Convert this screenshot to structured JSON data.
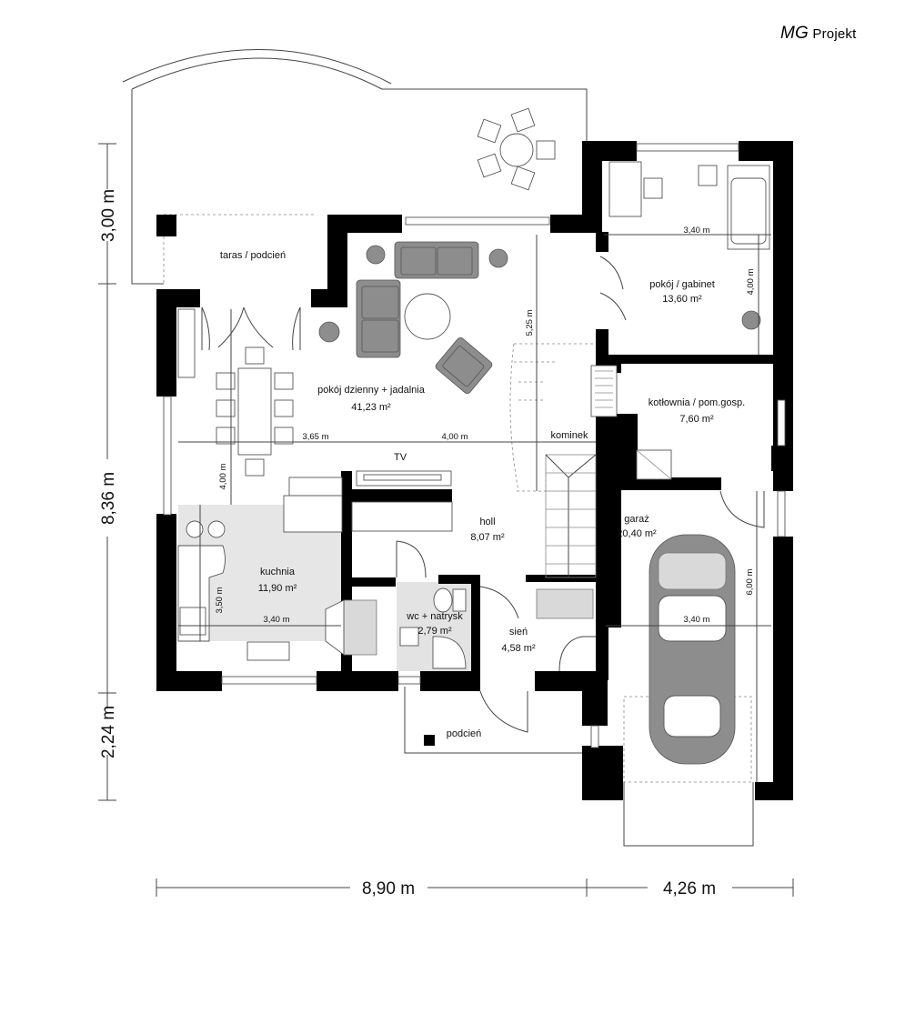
{
  "brand": {
    "logo_initials": "MG",
    "logo_word": "Projekt"
  },
  "rooms": {
    "terrace": {
      "name": "taras / podcień"
    },
    "living": {
      "name": "pokój dzienny + jadalnia",
      "area": "41,23 m²"
    },
    "study": {
      "name": "pokój / gabinet",
      "area": "13,60 m²"
    },
    "boiler": {
      "name": "kotłownia / pom.gosp.",
      "area": "7,60 m²"
    },
    "garage": {
      "name": "garaż",
      "area": "20,40 m²"
    },
    "kitchen": {
      "name": "kuchnia",
      "area": "11,90 m²"
    },
    "hall": {
      "name": "holl",
      "area": "8,07 m²"
    },
    "wc": {
      "name": "wc + natrysk",
      "area": "2,79 m²"
    },
    "vestibule": {
      "name": "sień",
      "area": "4,58 m²"
    },
    "porch": {
      "name": "podcień"
    }
  },
  "labels": {
    "tv": "TV",
    "fireplace": "kominek"
  },
  "inner_dims": {
    "study_width": "3,40 m",
    "study_depth": "4,00 m",
    "living_depth": "5,25 m",
    "dining_width": "3,65 m",
    "living_width": "4,00 m",
    "dining_depth": "4,00 m",
    "kitchen_depth": "3,50 m",
    "kitchen_width": "3,40 m",
    "garage_width": "3,40 m",
    "garage_depth": "6,00 m"
  },
  "outer_dims": {
    "left_top": "3,00 m",
    "left_middle": "8,36 m",
    "left_bottom": "2,24 m",
    "bottom_left": "8,90 m",
    "bottom_right": "4,26 m"
  }
}
